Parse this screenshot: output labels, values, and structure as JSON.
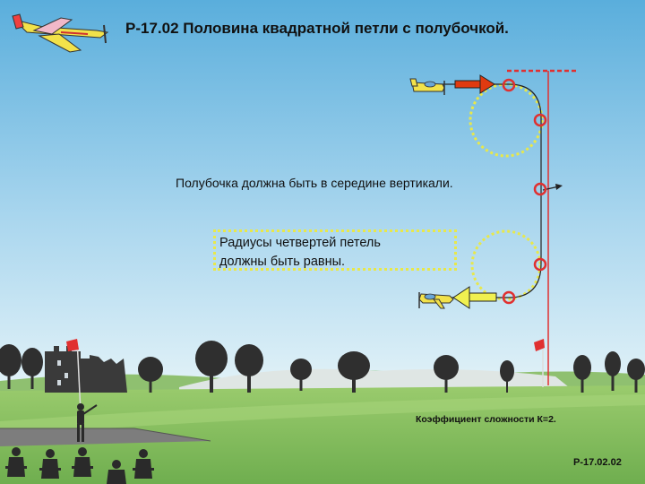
{
  "title": "Р-17.02 Половина квадратной петли с полубочкой.",
  "notes": {
    "half_roll": "Полубочка должна быть в середине вертикали.",
    "radii_line1": "Радиусы четвертей петель",
    "radii_line2": "должны быть равны."
  },
  "footer": {
    "coefficient": "Коэффициент сложности К=2.",
    "code": "Р-17.02.02"
  },
  "colors": {
    "sky_top": "#5fb0dd",
    "sky_bottom": "#dff0f7",
    "grass": "#7fb85a",
    "guide_line": "#e03030",
    "loop_dots": "#e8e84a",
    "entry_arrow": "#e03a10",
    "exit_arrow": "#f0f050"
  },
  "icons": [
    "plane-logo-icon",
    "plane-entry-icon",
    "plane-exit-icon",
    "flag-icon",
    "pilot-icon",
    "judge-icon"
  ]
}
